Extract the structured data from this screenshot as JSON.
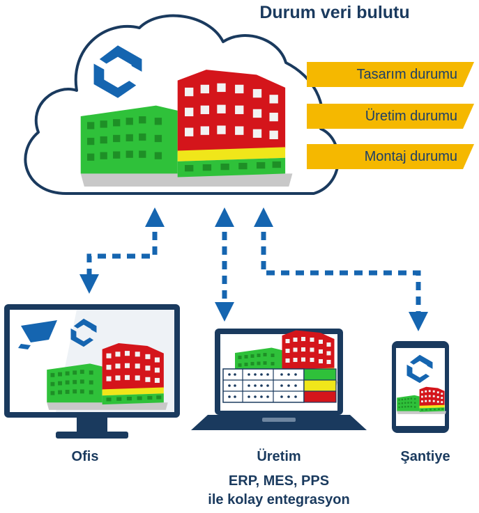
{
  "title": "Durum veri bulutu",
  "statuses": [
    {
      "label": "Tasarım durumu"
    },
    {
      "label": "Üretim durumu"
    },
    {
      "label": "Montaj durumu"
    }
  ],
  "devices": {
    "office": {
      "label": "Ofis"
    },
    "production": {
      "label": "Üretim",
      "sub1": "ERP, MES, PPS",
      "sub2": "ile kolay entegrasyon"
    },
    "site": {
      "label": "Şantiye"
    }
  },
  "colors": {
    "navy": "#1a3a5e",
    "blue": "#1565b0",
    "accent": "#f5b800",
    "green": "#2fc13a",
    "red": "#d4151b",
    "yellow": "#f0e61a"
  },
  "icons": [
    "cloud-icon",
    "logo-icon",
    "arrow-icon",
    "monitor-icon",
    "laptop-icon",
    "tablet-icon",
    "building-icon",
    "table-icon"
  ]
}
